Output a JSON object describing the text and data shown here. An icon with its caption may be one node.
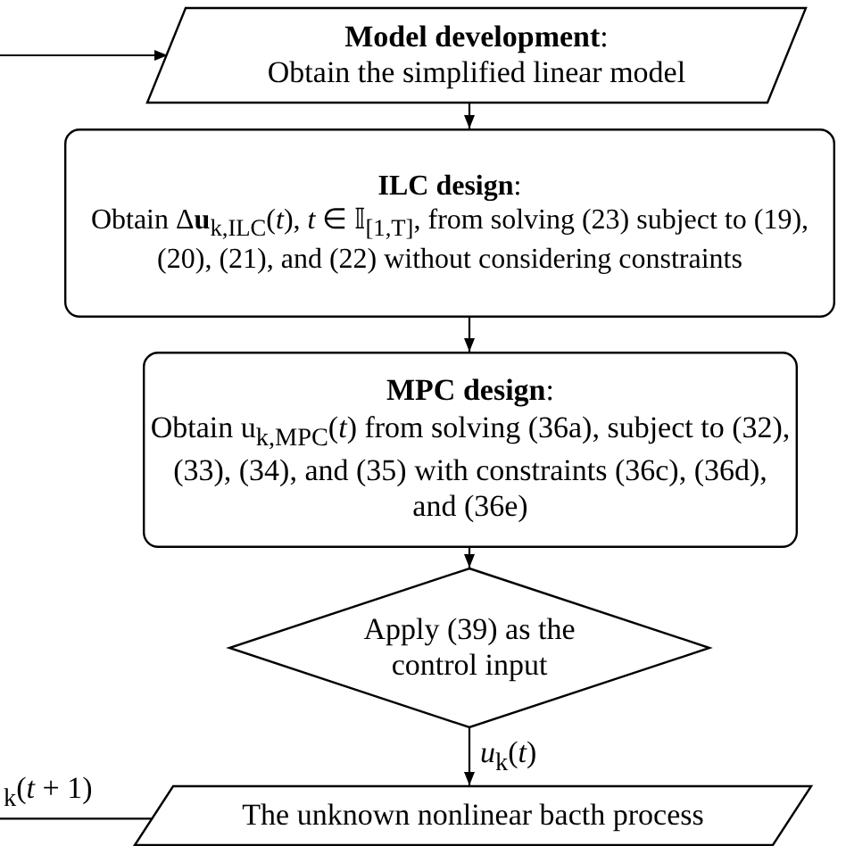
{
  "diagram": {
    "nodes": [
      {
        "text": [
          "**Model development**:",
          "Obtain the simplified linear model"
        ]
      },
      {
        "text": [
          "**ILC design**:",
          "Obtain Δ**u**$_{k,ILC}$(*t*), *t* ∈ 𝕀$_{[1,T]}$, from solving (23) subject to (19), (20), (21), and (22) without considering constraints"
        ]
      },
      {
        "text": [
          "**MPC design**:",
          "Obtain u$_{k,MPC}$(*t*) from solving (36a), subject to (32), (33), (34), and (35) with constraints (36c), (36d), and (36e)"
        ]
      },
      {
        "text": [
          "Apply (39) as the control input"
        ]
      },
      {
        "text": [
          "The unknown nonlinear bacth process"
        ]
      }
    ],
    "edges": [
      {
        "from": null,
        "to": 0,
        "arrow": "to"
      },
      {
        "from": 0,
        "to": 1,
        "arrow": "to"
      },
      {
        "from": 1,
        "to": 2,
        "arrow": "to"
      },
      {
        "from": 2,
        "to": 3,
        "arrow": "to"
      },
      {
        "from": 3,
        "to": 4,
        "arrow": "to",
        "label": "*u*$_{k}$(*t*)"
      },
      {
        "from": 4,
        "to": null,
        "arrow": "none",
        "label": "$_{k}$(*t* + 1)"
      }
    ]
  }
}
